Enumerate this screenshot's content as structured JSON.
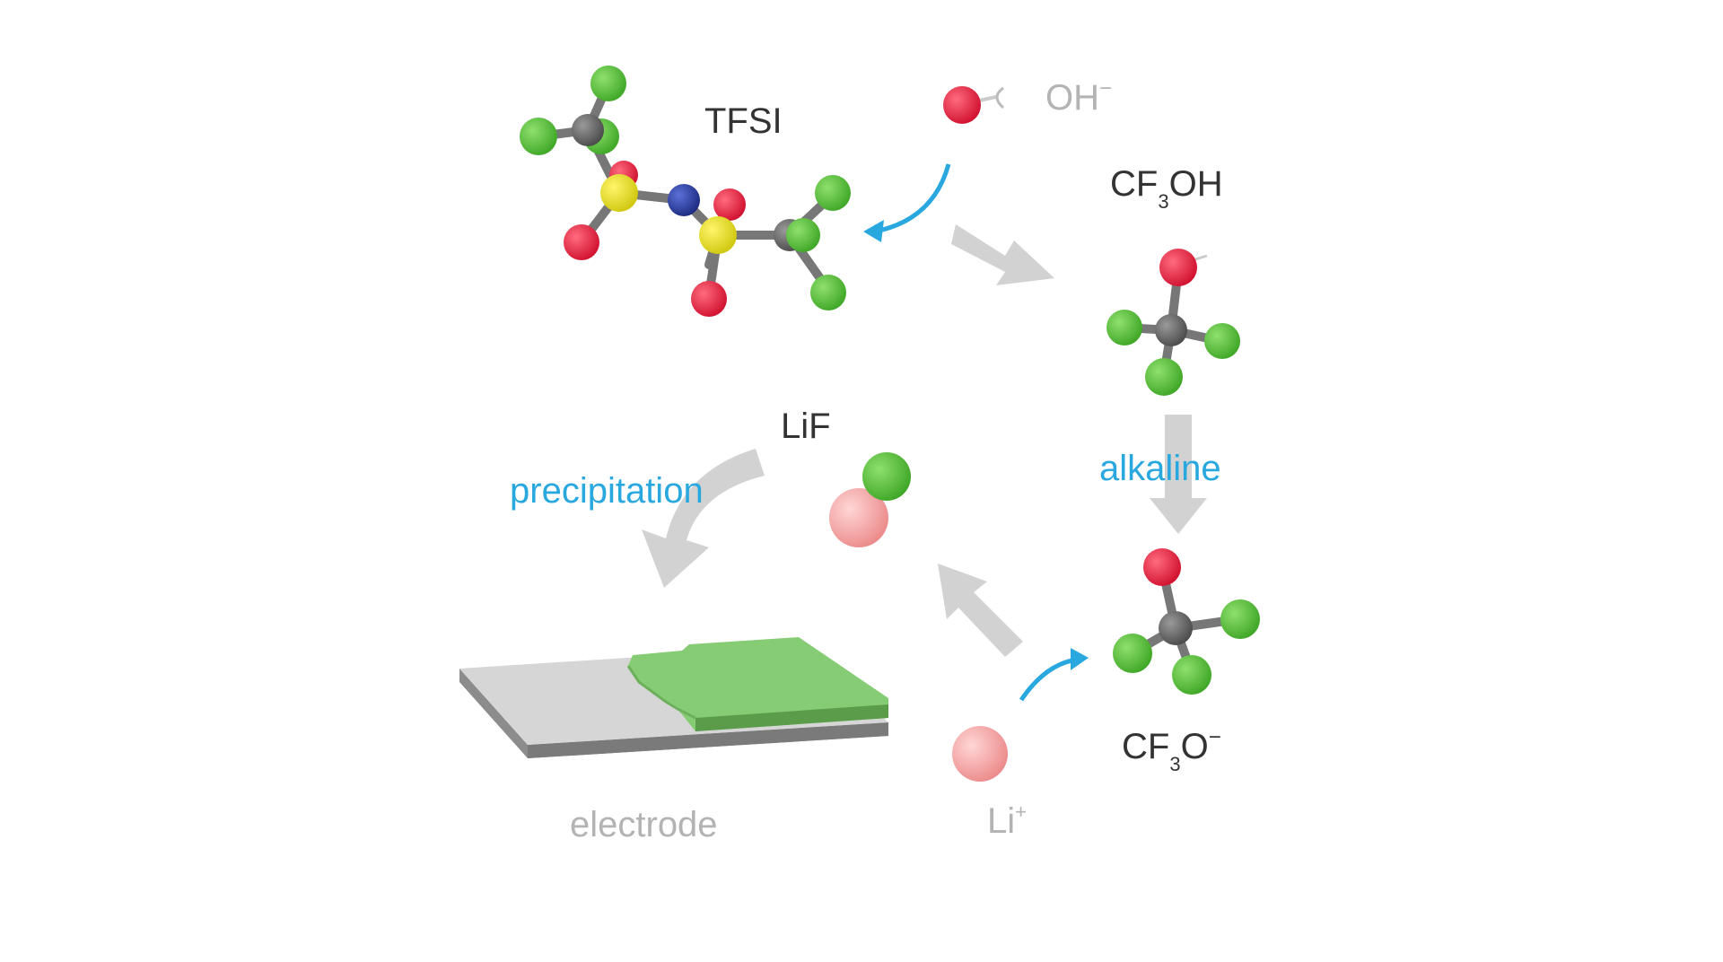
{
  "molecules": {
    "tfsi": {
      "label": "TFSI"
    },
    "hydroxide": {
      "label": "OH",
      "charge": "−"
    },
    "cf3oh": {
      "label_pre": "CF",
      "sub": "3",
      "label_post": "OH"
    },
    "cf3o": {
      "label_pre": "CF",
      "sub": "3",
      "label_post": "O",
      "charge": "−"
    },
    "lif": {
      "label": "LiF"
    },
    "li_ion": {
      "label": "Li",
      "charge": "+"
    }
  },
  "steps": {
    "alkaline": "alkaline",
    "precipitation": "precipitation"
  },
  "electrode": {
    "label": "electrode"
  },
  "colors": {
    "oxygen": "#e8193c",
    "fluorine": "#5cc23a",
    "carbon": "#636363",
    "sulfur": "#e8e21c",
    "nitrogen": "#2a3e9e",
    "lithium": "#f5a0a0",
    "hydrogen": "#ffffff",
    "arrow_gray": "#d0d0d0",
    "arrow_blue": "#29a8e0",
    "electrode_film": "#7fc870",
    "electrode_base": "#c8c8c8"
  }
}
